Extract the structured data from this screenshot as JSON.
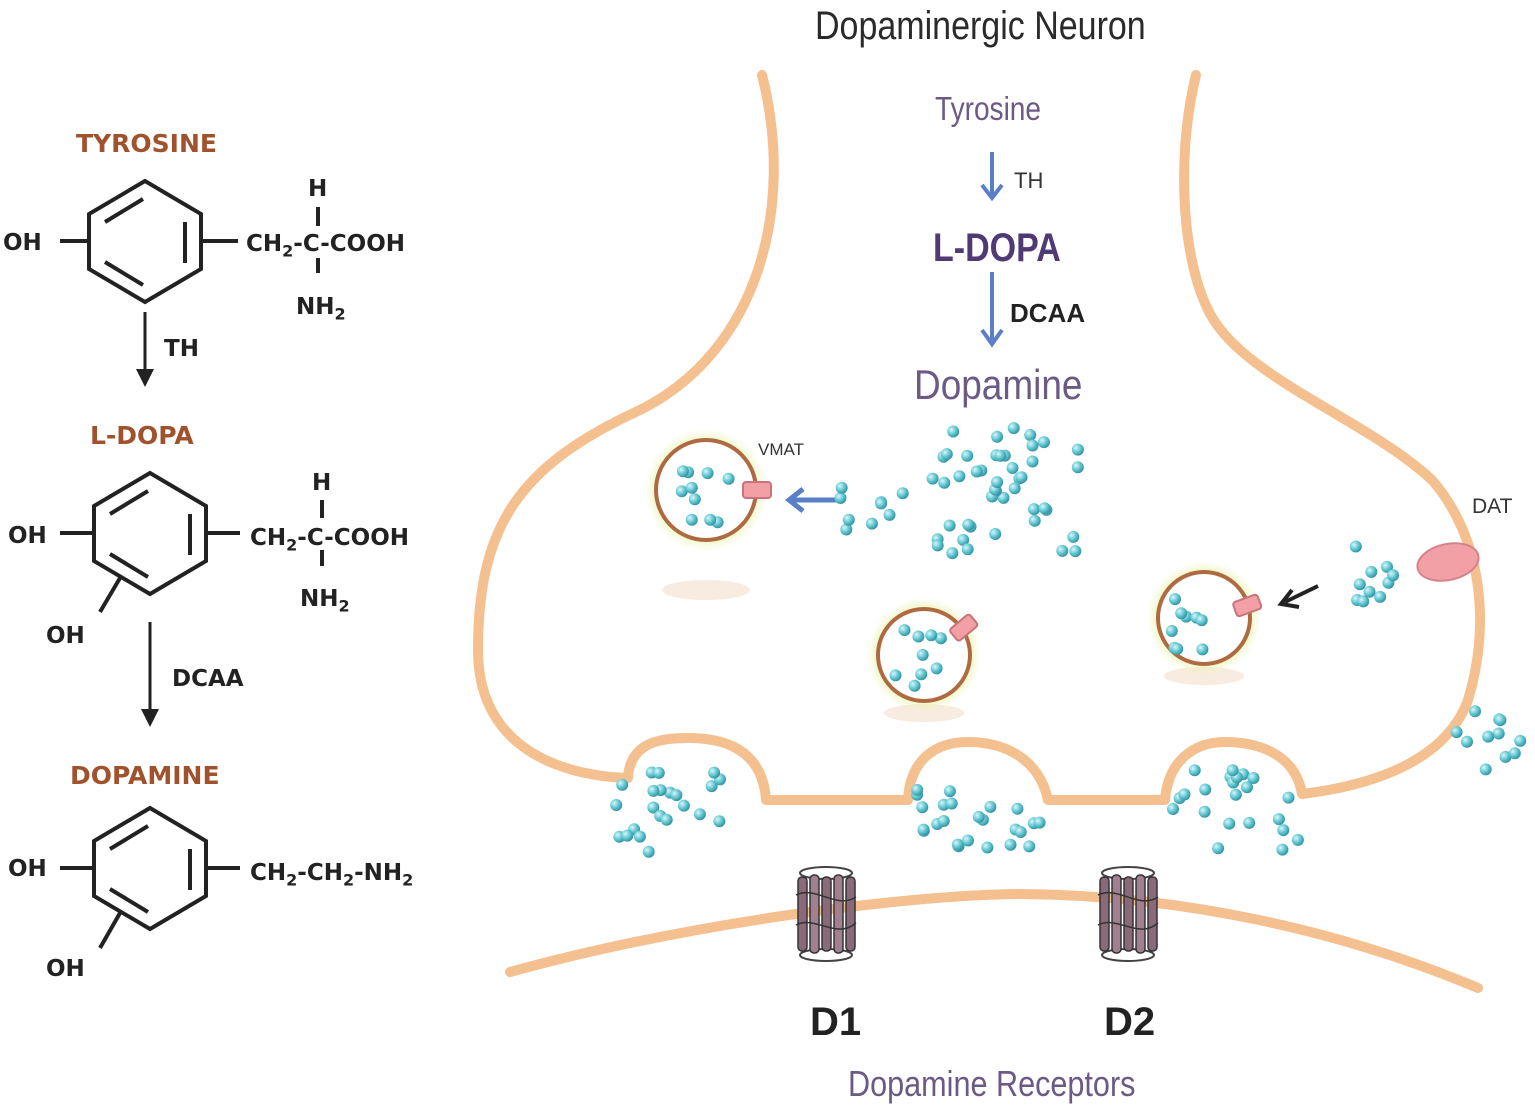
{
  "chemistry": {
    "tyrosine": {
      "title": "TYROSINE",
      "oh": "OH",
      "h": "H",
      "chain_ch2": "CH",
      "chain_sub2": "2",
      "chain_rest": "-C-COOH",
      "nh2": "NH",
      "nh2_sub": "2"
    },
    "step1_enzyme": "TH",
    "ldopa": {
      "title": "L-DOPA",
      "oh1": "OH",
      "oh2": "OH",
      "h": "H",
      "chain_ch2": "CH",
      "chain_sub2": "2",
      "chain_rest": "-C-COOH",
      "nh2": "NH",
      "nh2_sub": "2"
    },
    "step2_enzyme": "DCAA",
    "dopamine": {
      "title": "DOPAMINE",
      "oh1": "OH",
      "oh2": "OH",
      "chain_a": "CH",
      "sub_a": "2",
      "chain_b": "-CH",
      "sub_b": "2",
      "chain_c": "-NH",
      "sub_c": "2"
    }
  },
  "neuron": {
    "title": "Dopaminergic Neuron",
    "tyrosine": "Tyrosine",
    "th": "TH",
    "ldopa": "L-DOPA",
    "dcaa": "DCAA",
    "dopamine": "Dopamine",
    "vmat": "VMAT",
    "dat": "DAT",
    "d1": "D1",
    "d2": "D2",
    "receptors": "Dopamine Receptors"
  },
  "colors": {
    "membrane": "#f5c08f",
    "molecule": "#5fc6d1",
    "vesicle_glow": "#dff28a",
    "transporter": "#f2a0a6",
    "arrow_blue": "#5b7ec8",
    "chem_title": "#a0522d"
  }
}
